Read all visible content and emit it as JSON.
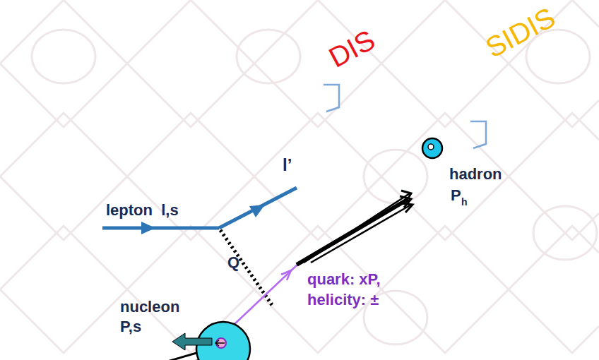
{
  "diagram": {
    "labels": [
      "DIS",
      "SIDIS",
      "l’",
      "lepton  l,s",
      "Q",
      "hadron",
      "P",
      "h",
      "quark: xP,",
      "helicity: ±",
      "nucleon",
      "P,s"
    ]
  }
}
